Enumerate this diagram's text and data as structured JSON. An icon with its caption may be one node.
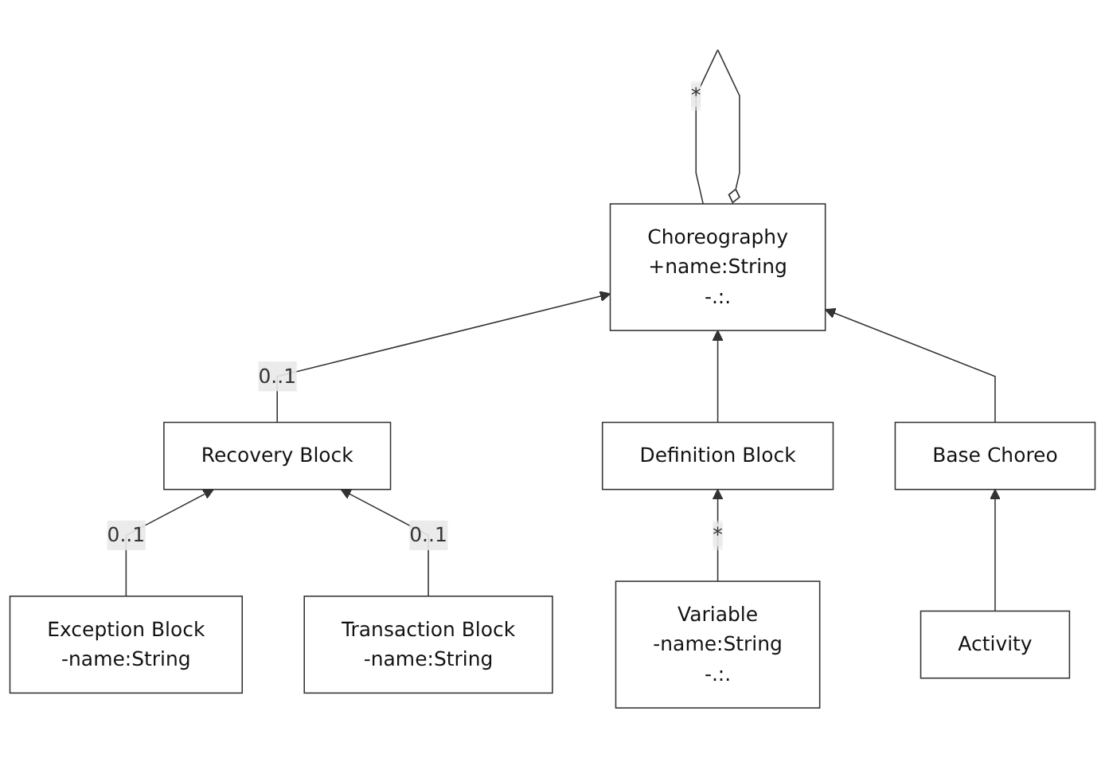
{
  "diagram": {
    "nodes": [
      {
        "text": [
          "Choreography",
          "+name:String",
          "-.:."
        ]
      },
      {
        "text": [
          "Recovery Block"
        ]
      },
      {
        "text": [
          "Definition Block"
        ]
      },
      {
        "text": [
          "Base Choreo"
        ]
      },
      {
        "text": [
          "Exception Block",
          "-name:String"
        ]
      },
      {
        "text": [
          "Transaction Block",
          "-name:String"
        ]
      },
      {
        "text": [
          "Variable",
          "-name:String",
          "-.:."
        ]
      },
      {
        "text": [
          "Activity"
        ]
      }
    ],
    "edges": [
      {
        "from": 0,
        "to": 0,
        "arrow": "other",
        "label": "*"
      },
      {
        "from": 1,
        "to": 0,
        "arrow": "to",
        "label": "0..1"
      },
      {
        "from": 2,
        "to": 0,
        "arrow": "to"
      },
      {
        "from": 3,
        "to": 0,
        "arrow": "to"
      },
      {
        "from": 4,
        "to": 1,
        "arrow": "to",
        "label": "0..1"
      },
      {
        "from": 5,
        "to": 1,
        "arrow": "to",
        "label": "0..1"
      },
      {
        "from": 6,
        "to": 2,
        "arrow": "to",
        "label": "*"
      },
      {
        "from": 7,
        "to": 3,
        "arrow": "to"
      }
    ]
  }
}
